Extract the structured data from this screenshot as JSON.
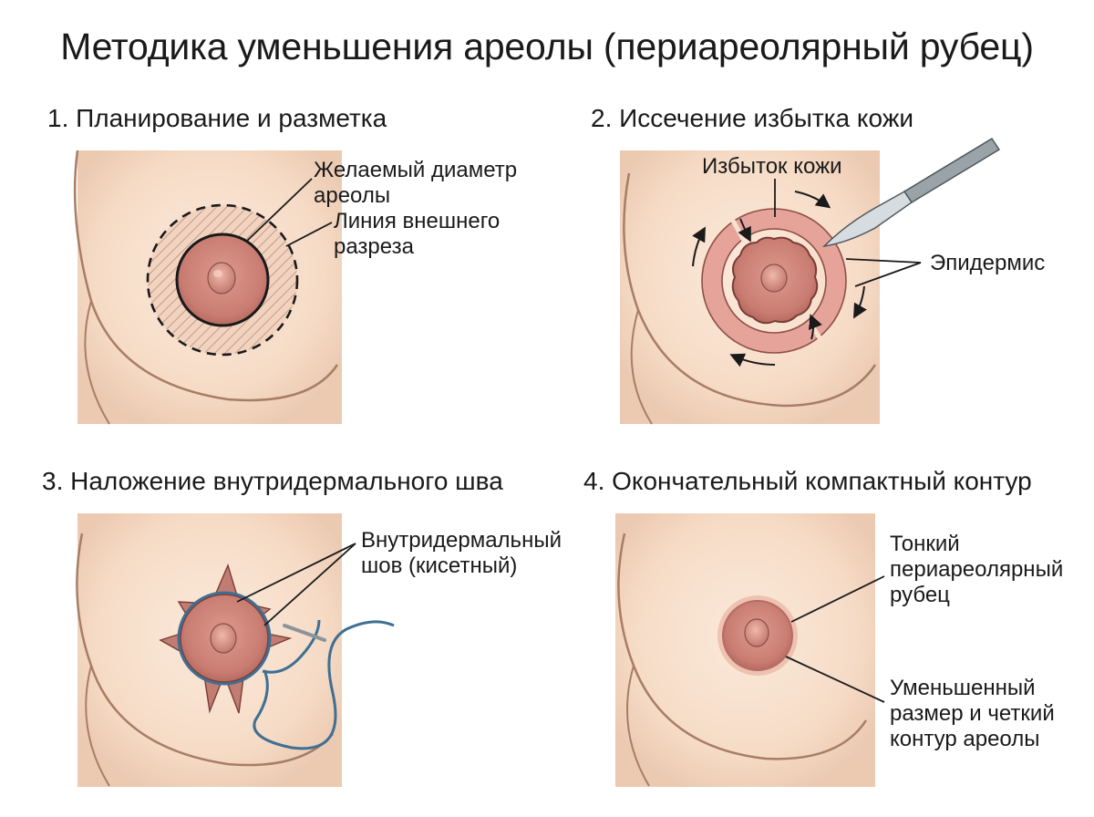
{
  "title": "Методика уменьшения ареолы (периареолярный рубец)",
  "panels": [
    {
      "heading": "1. Планирование и разметка",
      "labels": [
        "Желаемый диаметр",
        "ареолы",
        "Линия внешнего",
        "разреза"
      ]
    },
    {
      "heading": "2. Иссечение избытка кожи",
      "labels": [
        "Избыток кожи",
        "Эпидермис"
      ]
    },
    {
      "heading": "3. Наложение внутридермального шва",
      "labels": [
        "Внутридермальный",
        "шов (кисетный)"
      ]
    },
    {
      "heading": "4. Окончательный компактный контур",
      "labels": [
        "Тонкий",
        "периареолярный",
        "рубец",
        "Уменьшенный",
        "размер и четкий",
        "контур ареолы"
      ]
    }
  ],
  "colors": {
    "skin": "#f8e1cf",
    "skin_edge": "#a87d66",
    "areola": "#d48c7f",
    "areola_edge": "#5a2e28",
    "deepithelialized": "#e6a39a",
    "suture": "#3f6f92"
  },
  "icons": [
    "scalpel-icon",
    "needle-icon",
    "arrow-icon"
  ]
}
